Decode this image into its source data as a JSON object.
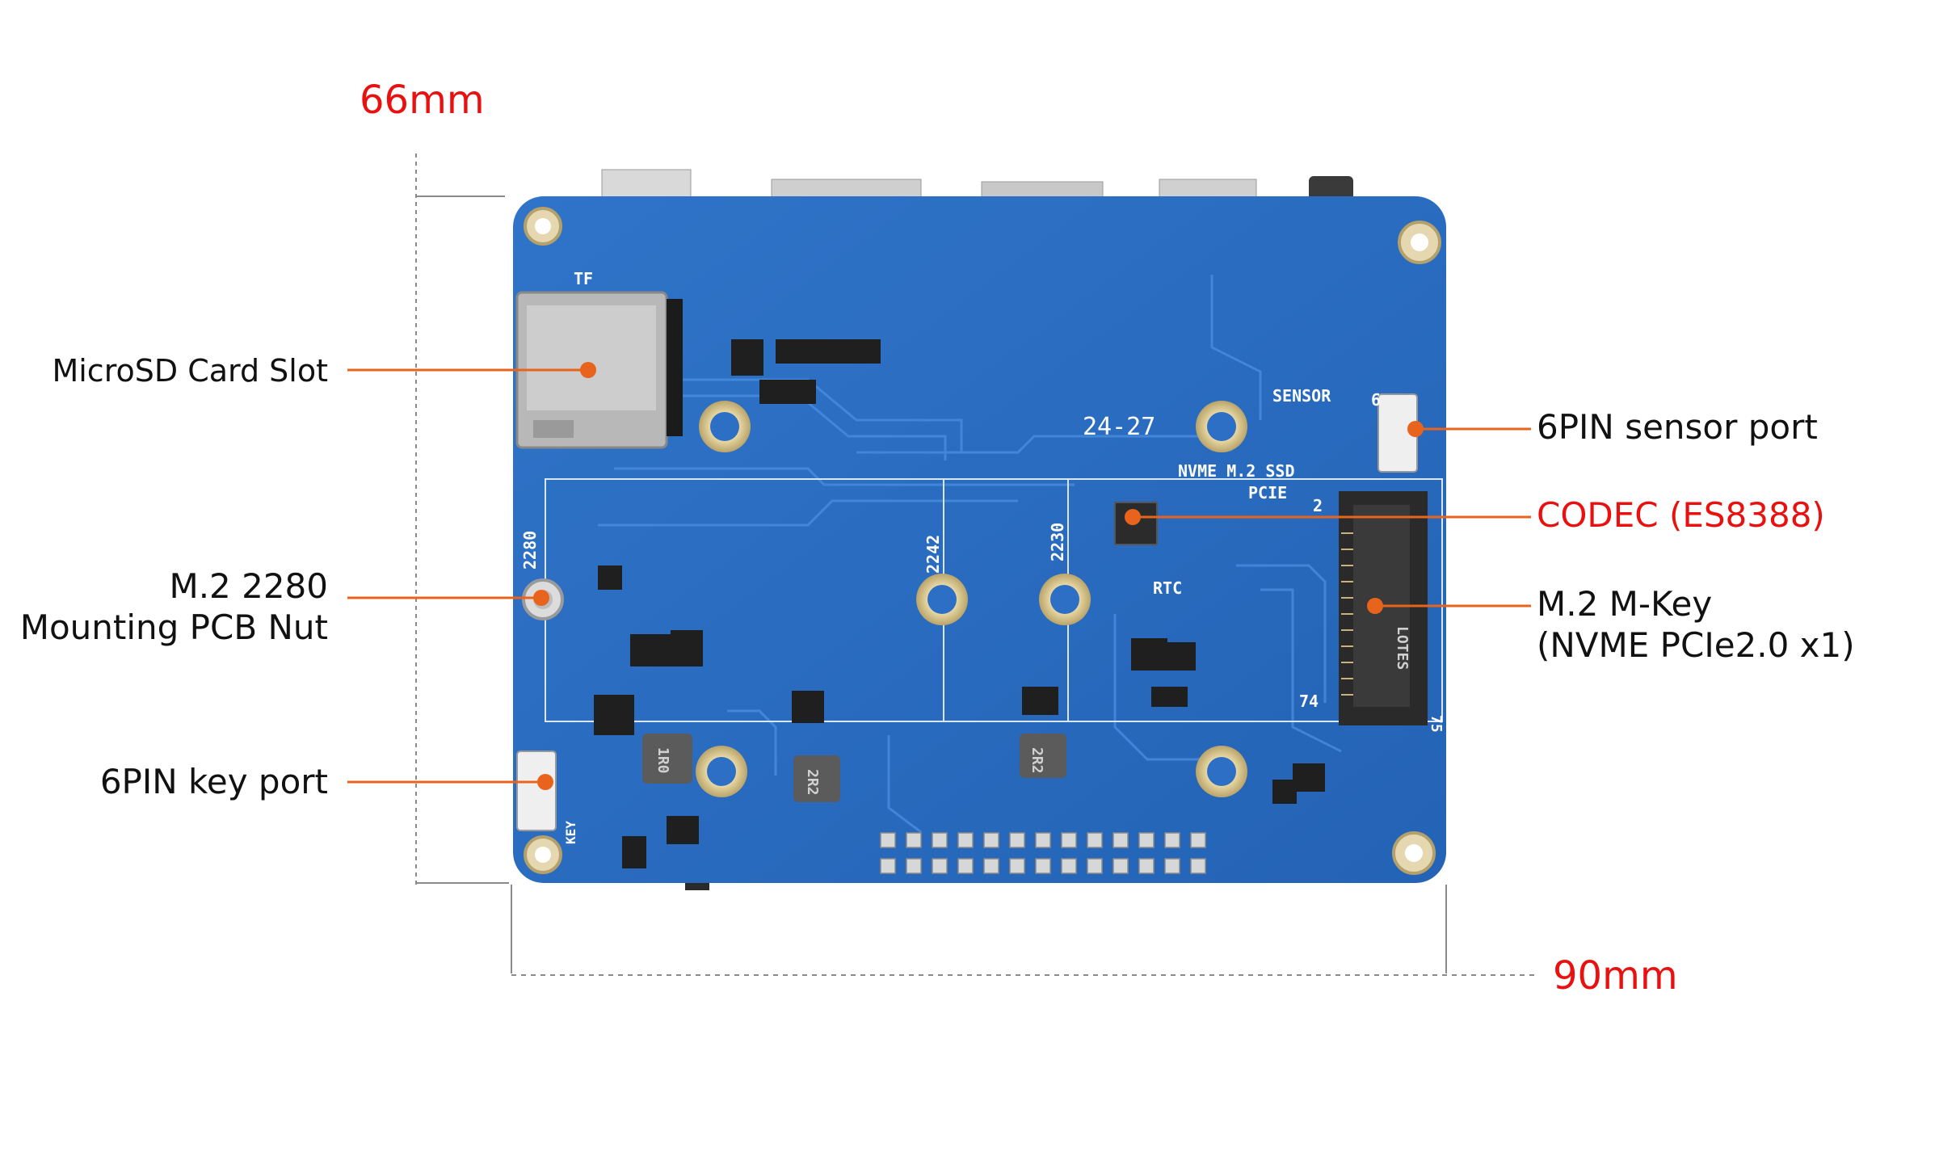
{
  "dimensions": {
    "height": "66mm",
    "width": "90mm"
  },
  "callouts": {
    "microsd": "MicroSD Card Slot",
    "m2_nut_line1": "M.2 2280",
    "m2_nut_line2": "Mounting PCB Nut",
    "key_port": "6PIN key port",
    "sensor_port": "6PIN sensor port",
    "codec": "CODEC (ES8388)",
    "m2_key_line1": "M.2 M-Key",
    "m2_key_line2": "(NVME PCIe2.0 x1)"
  },
  "board_silkscreen": {
    "tf": "TF",
    "sensor": "SENSOR",
    "sensor_pin": "6",
    "date_code": "24-27",
    "nvme": "NVME M.2 SSD",
    "pcie": "PCIE",
    "pin2": "2",
    "rtc": "RTC",
    "len_2280": "2280",
    "len_2242": "2242",
    "len_2230": "2230",
    "pin74": "74",
    "pin75": "75",
    "key": "KEY",
    "inductor1": "1R0",
    "inductor2": "2R2",
    "inductor3": "2R2",
    "connector_text": "LOTES"
  },
  "colors": {
    "pcb": "#2c6fc4",
    "pcb_dark": "#1f5aa8",
    "trace": "#3f86d8",
    "accent_line": "#e8641c",
    "dimension_text": "#e8110f"
  }
}
